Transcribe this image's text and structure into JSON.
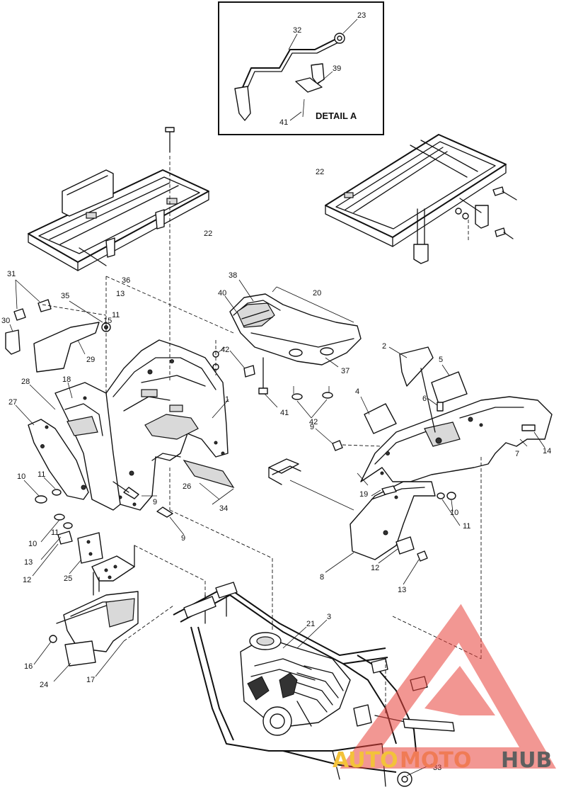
{
  "detail": {
    "title": "DETAIL A",
    "callouts": [
      "32",
      "23",
      "39",
      "41"
    ]
  },
  "callouts": {
    "c22a": "22",
    "c22b": "22",
    "c36": "36",
    "c31": "31",
    "c30": "30",
    "c35": "35",
    "c13a": "13",
    "c11a": "11",
    "c15": "15",
    "c29": "29",
    "c38": "38",
    "c40": "40",
    "c20": "20",
    "c42a": "42",
    "c42b": "42",
    "c41": "41",
    "c37": "37",
    "c1": "1",
    "c28": "28",
    "c18": "18",
    "c27": "27",
    "c10a": "10",
    "c11b": "11",
    "c9a": "9",
    "c9b": "9",
    "c26": "26",
    "c34": "34",
    "c2": "2",
    "c5": "5",
    "c6": "6",
    "c4": "4",
    "c9c": "9",
    "c7": "7",
    "c14": "14",
    "c19": "19",
    "c10b": "10",
    "c11c": "11",
    "c10c": "10",
    "c11d": "11",
    "c13b": "13",
    "c12a": "12",
    "c25": "25",
    "c8": "8",
    "c12b": "12",
    "c13c": "13",
    "c21": "21",
    "c3": "3",
    "c16": "16",
    "c24": "24",
    "c17": "17",
    "c33": "33"
  },
  "watermark": {
    "part1": "AUTO",
    "part2": "MOTO",
    "part3": "HUB",
    "colors": {
      "accent": "#e8413a",
      "yellow": "#f3c23a",
      "gray": "#5f5f5f"
    }
  }
}
